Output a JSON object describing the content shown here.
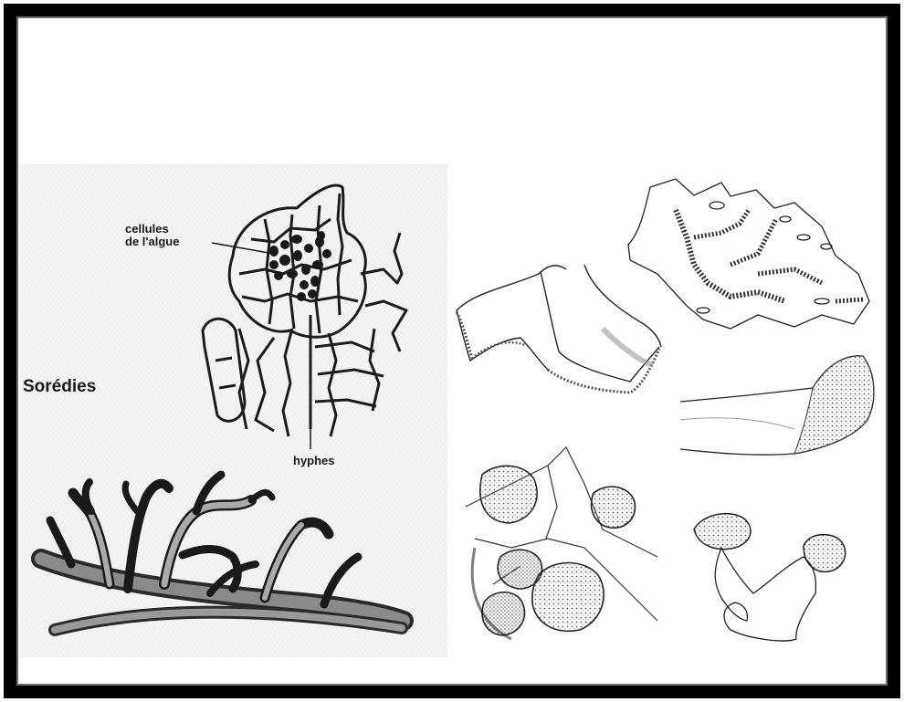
{
  "diagram": {
    "labels": {
      "algae_cells": "cellules\nde l'algue",
      "hyphae": "hyphes",
      "soredia": "Sorédies"
    }
  }
}
